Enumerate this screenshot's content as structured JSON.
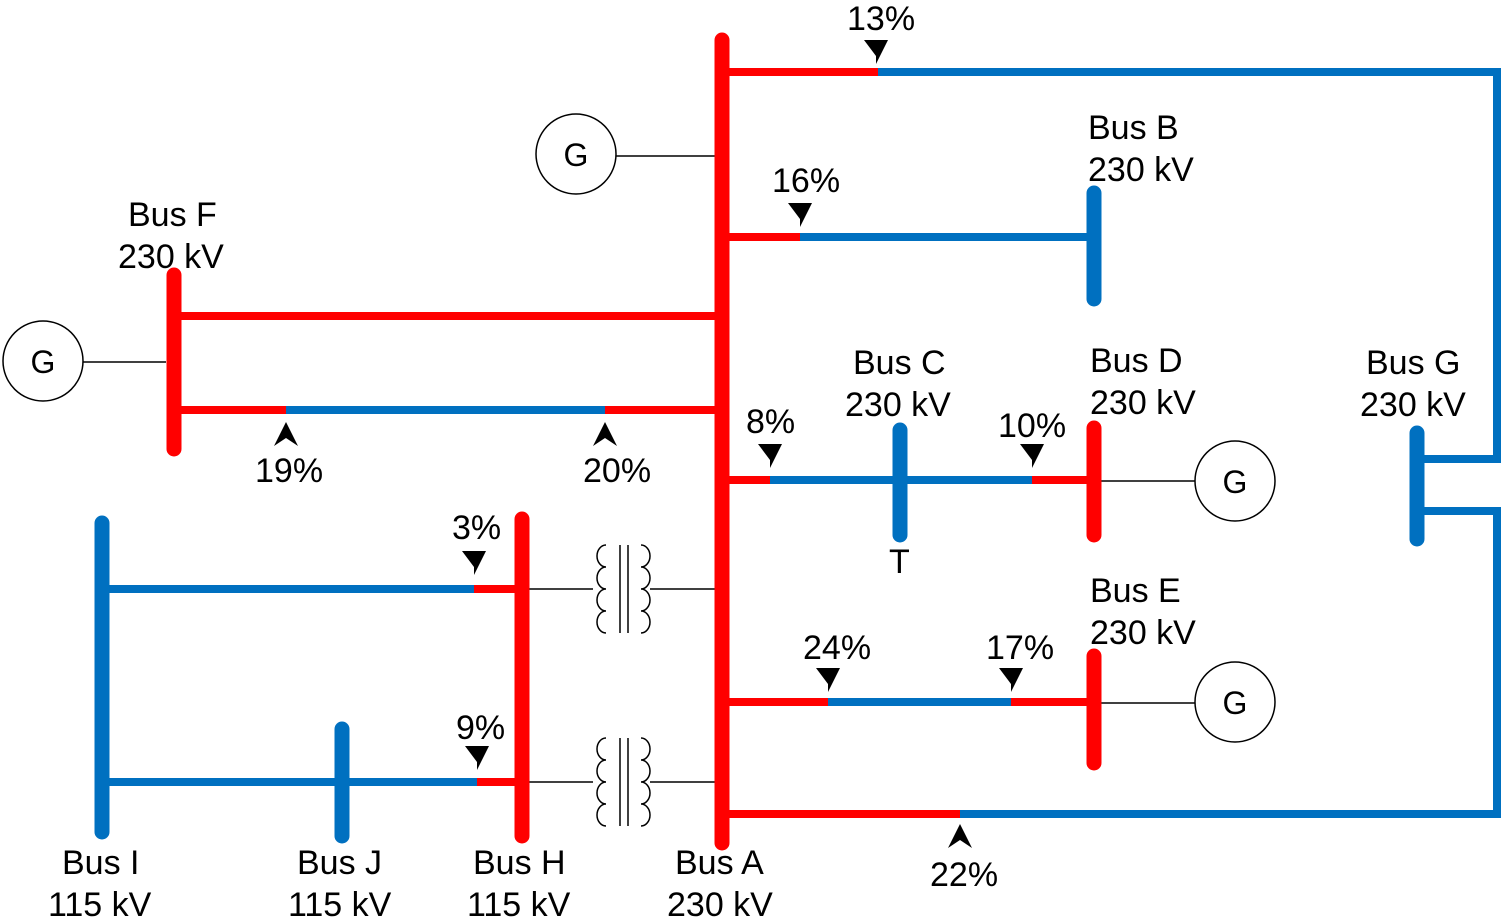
{
  "colors": {
    "red": "#ff0000",
    "blue": "#0070c0",
    "black": "#000000"
  },
  "buses": {
    "A": {
      "name": "Bus A",
      "voltage": "230 kV",
      "color": "red"
    },
    "B": {
      "name": "Bus B",
      "voltage": "230 kV",
      "color": "blue"
    },
    "C": {
      "name": "Bus C",
      "voltage": "230 kV",
      "color": "blue",
      "tag": "T"
    },
    "D": {
      "name": "Bus D",
      "voltage": "230 kV",
      "color": "red"
    },
    "E": {
      "name": "Bus E",
      "voltage": "230 kV",
      "color": "red"
    },
    "F": {
      "name": "Bus F",
      "voltage": "230 kV",
      "color": "red"
    },
    "G": {
      "name": "Bus G",
      "voltage": "230 kV",
      "color": "blue"
    },
    "H": {
      "name": "Bus H",
      "voltage": "115 kV",
      "color": "red"
    },
    "I": {
      "name": "Bus I",
      "voltage": "115 kV",
      "color": "blue"
    },
    "J": {
      "name": "Bus J",
      "voltage": "115 kV",
      "color": "blue"
    }
  },
  "generators": [
    {
      "at": "A",
      "label": "G"
    },
    {
      "at": "F",
      "label": "G"
    },
    {
      "at": "D",
      "label": "G"
    },
    {
      "at": "E",
      "label": "G"
    }
  ],
  "transformers": [
    {
      "from": "H",
      "to": "A",
      "position": "upper"
    },
    {
      "from": "H",
      "to": "A",
      "position": "lower"
    }
  ],
  "lines": [
    {
      "id": "A-G-top",
      "from": "A",
      "to": "G",
      "markers": [
        {
          "pct": "13%",
          "arrow": "down"
        }
      ]
    },
    {
      "id": "A-B",
      "from": "A",
      "to": "B",
      "markers": [
        {
          "pct": "16%",
          "arrow": "down"
        }
      ]
    },
    {
      "id": "F-A-upper",
      "from": "F",
      "to": "A",
      "markers": []
    },
    {
      "id": "F-A-lower",
      "from": "F",
      "to": "A",
      "markers": [
        {
          "pct": "19%",
          "arrow": "up"
        },
        {
          "pct": "20%",
          "arrow": "up"
        }
      ]
    },
    {
      "id": "A-C-D",
      "from": "A",
      "to": "D",
      "via": "C",
      "markers": [
        {
          "pct": "8%",
          "arrow": "down"
        },
        {
          "pct": "10%",
          "arrow": "down"
        }
      ]
    },
    {
      "id": "A-E",
      "from": "A",
      "to": "E",
      "markers": [
        {
          "pct": "24%",
          "arrow": "down"
        },
        {
          "pct": "17%",
          "arrow": "down"
        }
      ]
    },
    {
      "id": "A-G-bottom",
      "from": "A",
      "to": "G",
      "markers": [
        {
          "pct": "22%",
          "arrow": "up"
        }
      ]
    },
    {
      "id": "I-H",
      "from": "I",
      "to": "H",
      "markers": [
        {
          "pct": "3%",
          "arrow": "down"
        }
      ]
    },
    {
      "id": "I-J-H",
      "from": "I",
      "to": "H",
      "via": "J",
      "markers": [
        {
          "pct": "9%",
          "arrow": "down"
        }
      ]
    }
  ]
}
